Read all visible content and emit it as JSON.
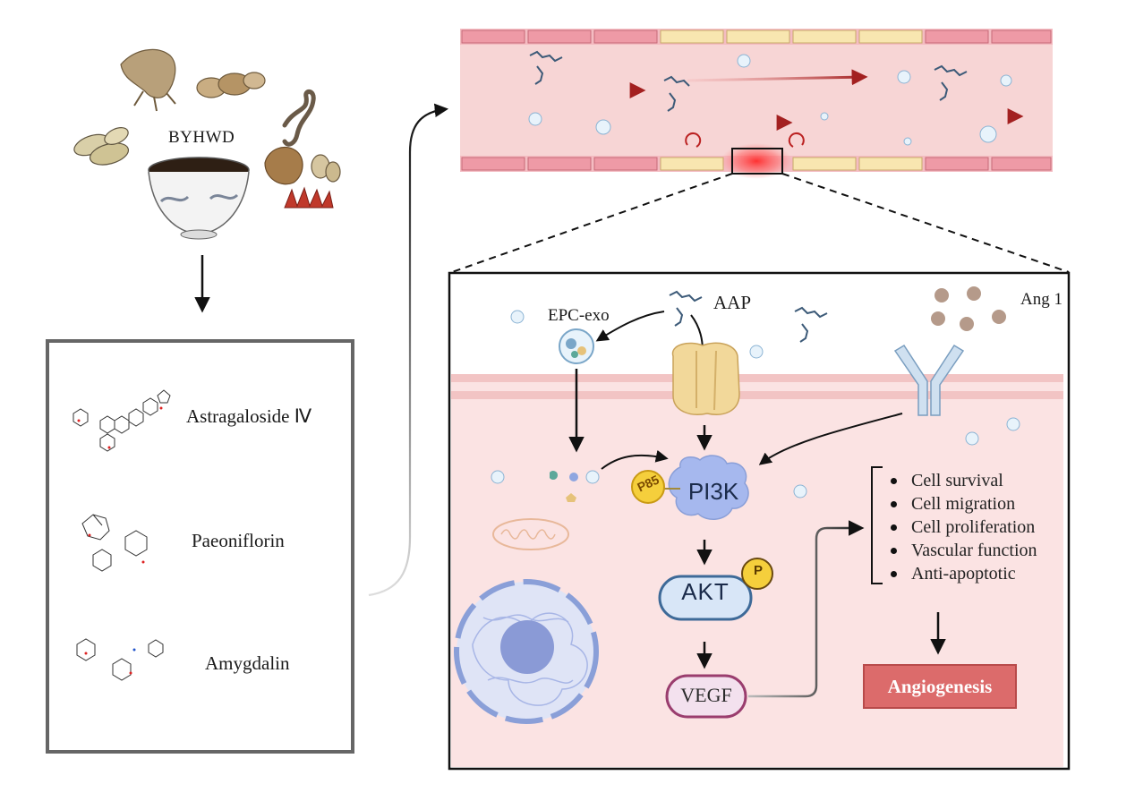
{
  "herbal_formula": {
    "name": "BYHWD"
  },
  "compounds": [
    {
      "name": "Astragaloside Ⅳ"
    },
    {
      "name": "Paeoniflorin"
    },
    {
      "name": "Amygdalin"
    }
  ],
  "mechanism": {
    "exosome_label": "EPC-exo",
    "aap_label": "AAP",
    "ang_label": "Ang 1",
    "pi3k_label": "PI3K",
    "p85_label": "P85",
    "akt_label": "AKT",
    "phospho_label": "P",
    "vegf_label": "VEGF"
  },
  "outcomes": [
    "Cell survival",
    "Cell migration",
    "Cell proliferation",
    "Vascular function",
    "Anti-apoptotic"
  ],
  "result": {
    "label": "Angiogenesis"
  },
  "colors": {
    "vessel_wall": "#f7d5d5",
    "cell_pink": "#ee9aa6",
    "cell_yellow": "#f8e6b0",
    "flow_arrow": "#a32020",
    "panel_bg": "#fbe3e3",
    "membrane": "#f2c4c4",
    "pi3k_blue": "#a6b8ee",
    "akt_fill": "#d8e6f7",
    "akt_border": "#3e6a98",
    "vegf_fill": "#f3e1ee",
    "vegf_border": "#9a3d6e",
    "badge_yellow": "#f5cf3c",
    "angiogenesis_red": "#dc6b6b"
  }
}
